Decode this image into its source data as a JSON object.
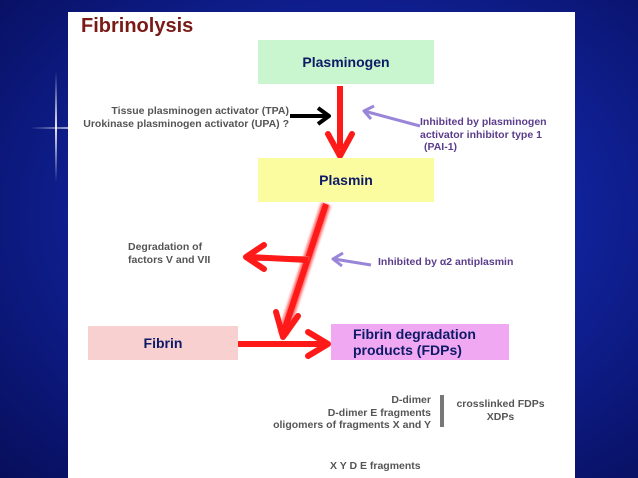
{
  "title": "Fibrinolysis",
  "boxes": {
    "plasminogen": "Plasminogen",
    "plasmin": "Plasmin",
    "fibrin": "Fibrin",
    "fdp_line1": "Fibrin degradation",
    "fdp_line2": "products (FDPs)"
  },
  "activators": {
    "line1": "Tissue plasminogen activator (TPA)",
    "line2": "Urokinase plasminogen activator (UPA) ?"
  },
  "pai": {
    "line1": "Inhibited by plasminogen",
    "line2": "activator inhibitor type 1",
    "line3": "(PAI-1)"
  },
  "degradation": {
    "line1": "Degradation of",
    "line2": "factors V and VII"
  },
  "antiplasmin": "Inhibited by α2 antiplasmin",
  "fragments": {
    "line1": "D-dimer",
    "line2": "D-dimer E fragments",
    "line3": "oligomers of fragments X and Y"
  },
  "crosslinked": {
    "line1": "crosslinked FDPs",
    "line2": "XDPs"
  },
  "xyde": "X Y D E fragments",
  "colors": {
    "arrow_red": "#ff1a1a",
    "inhibit_purple": "#9a86d8",
    "title": "#7a1a16"
  }
}
